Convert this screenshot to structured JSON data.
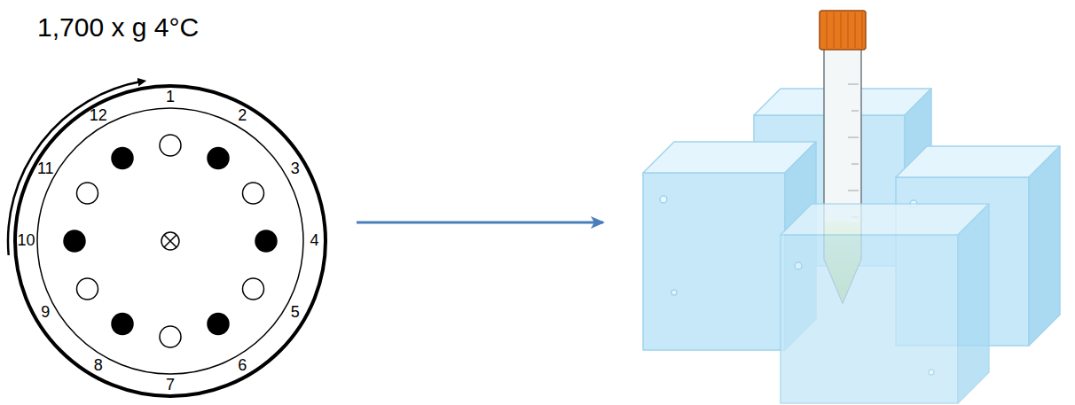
{
  "diagram": {
    "title": "1,700 x g 4°C",
    "labels": [
      "1",
      "2",
      "3",
      "4",
      "5",
      "6",
      "7",
      "8",
      "9",
      "10",
      "11",
      "12"
    ]
  }
}
